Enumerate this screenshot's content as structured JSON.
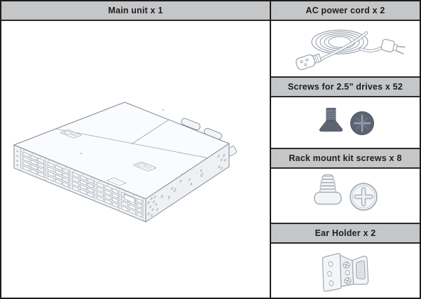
{
  "package_contents": {
    "main_unit": {
      "label": "Main unit x 1",
      "icon": "rackmount-server"
    },
    "accessories": [
      {
        "label": "AC power cord x 2",
        "icon": "power-cord"
      },
      {
        "label": "Screws for 2.5\" drives x 52",
        "icon": "drive-screws"
      },
      {
        "label": "Rack mount kit screws x 8",
        "icon": "rack-mount-screws"
      },
      {
        "label": "Ear Holder x 2",
        "icon": "ear-holder"
      }
    ]
  },
  "colors": {
    "header_bg": "#c5c6c8",
    "table_border": "#1c1c1c",
    "line_light": "#9aa3ae",
    "line_mid": "#7f8997",
    "screw_dark": "#5c6472",
    "part_fill": "#f2f4f6"
  }
}
